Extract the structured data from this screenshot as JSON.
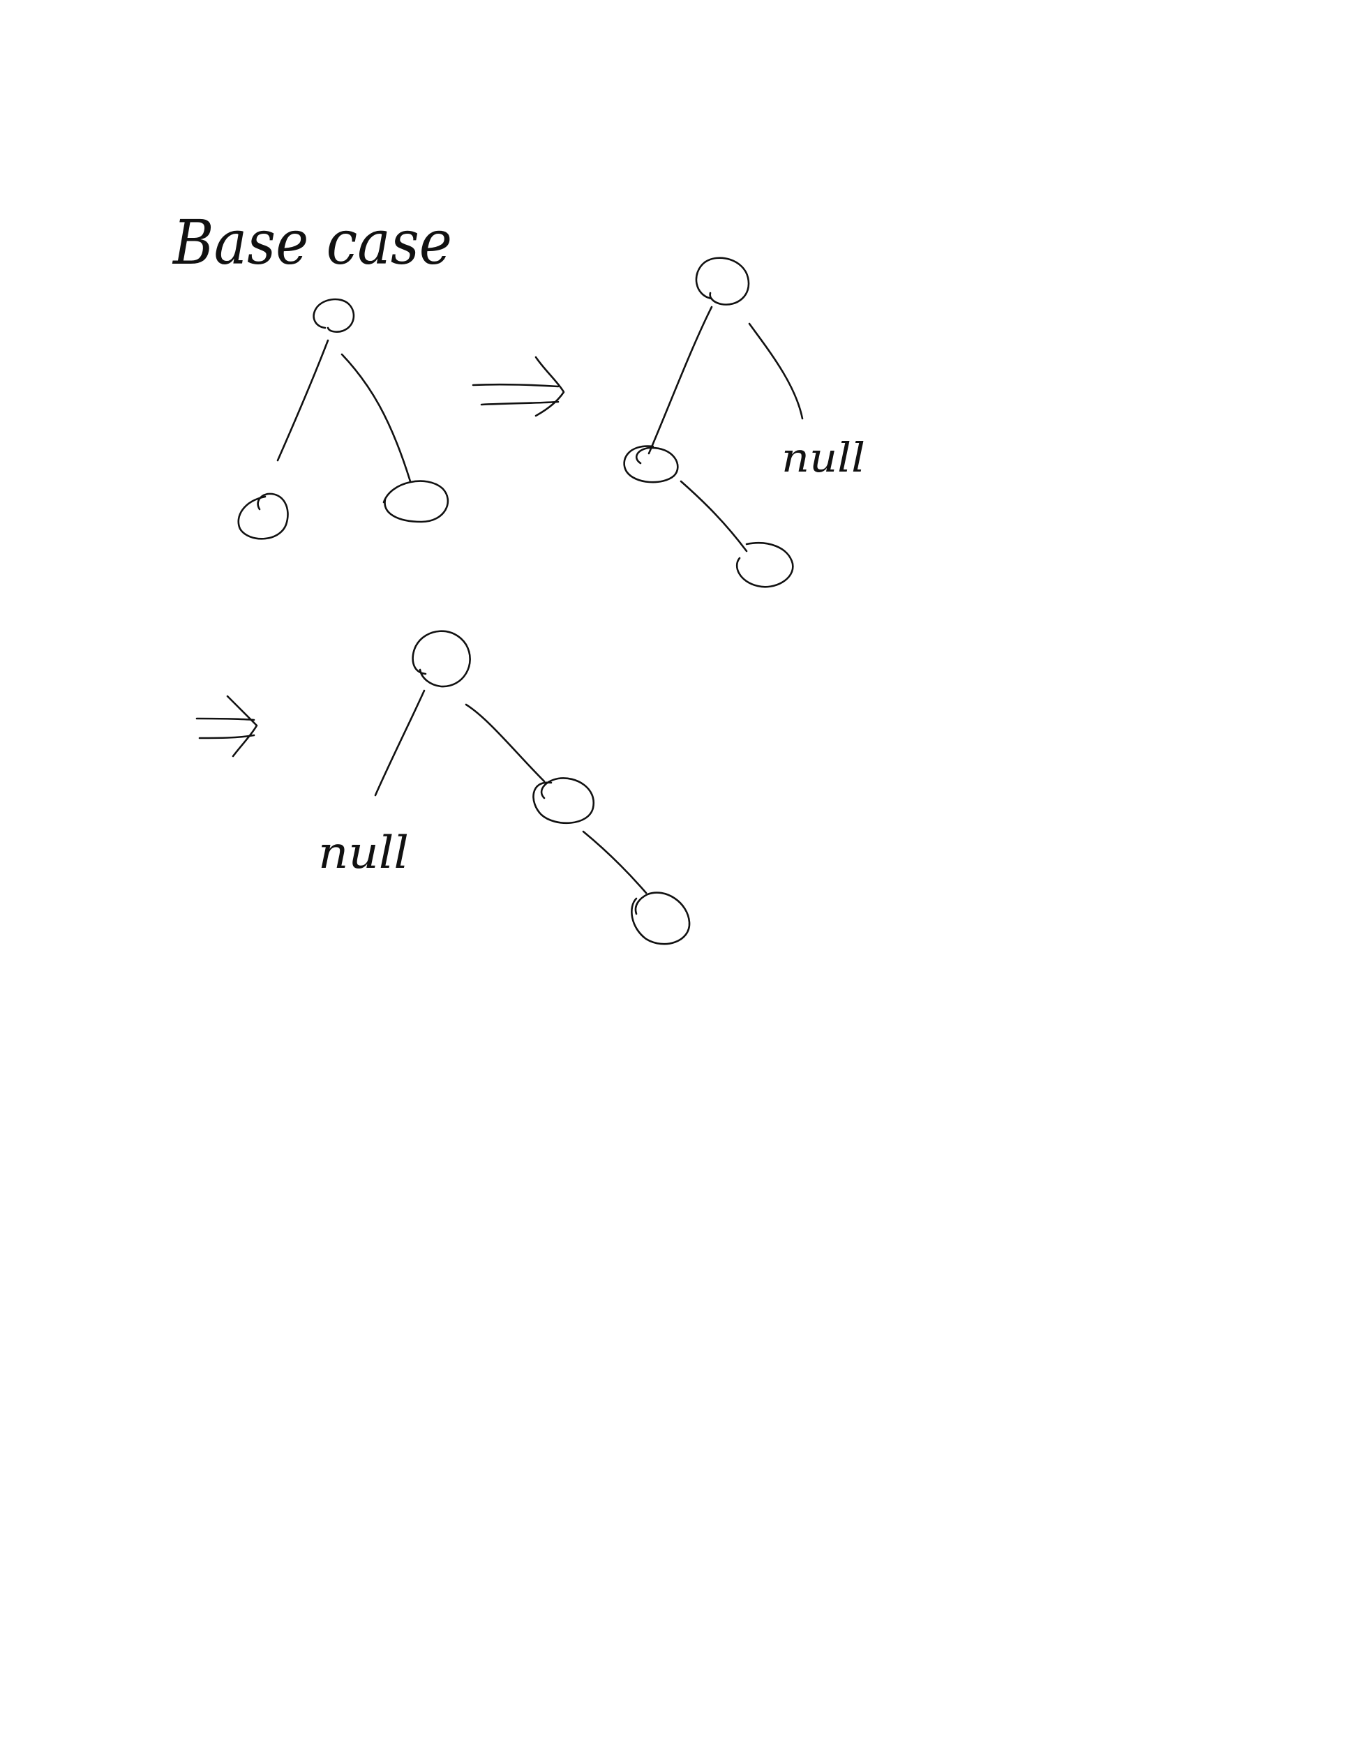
{
  "title": "Base case",
  "diagrams": [
    {
      "id": "original",
      "nodes": [
        "root",
        "left-child",
        "right-child"
      ],
      "edges": [
        [
          "root",
          "left-child"
        ],
        [
          "root",
          "right-child"
        ]
      ]
    },
    {
      "id": "step-1",
      "nodes": [
        "root",
        "left-child",
        "left-child-right"
      ],
      "edges": [
        [
          "root",
          "left-child"
        ],
        [
          "left-child",
          "left-child-right"
        ]
      ],
      "null_label": "null"
    },
    {
      "id": "step-2",
      "nodes": [
        "root",
        "right-child",
        "right-right-child"
      ],
      "edges": [
        [
          "root",
          "right-child"
        ],
        [
          "right-child",
          "right-right-child"
        ]
      ],
      "null_label": "null"
    }
  ],
  "arrows": [
    "implies",
    "implies"
  ]
}
